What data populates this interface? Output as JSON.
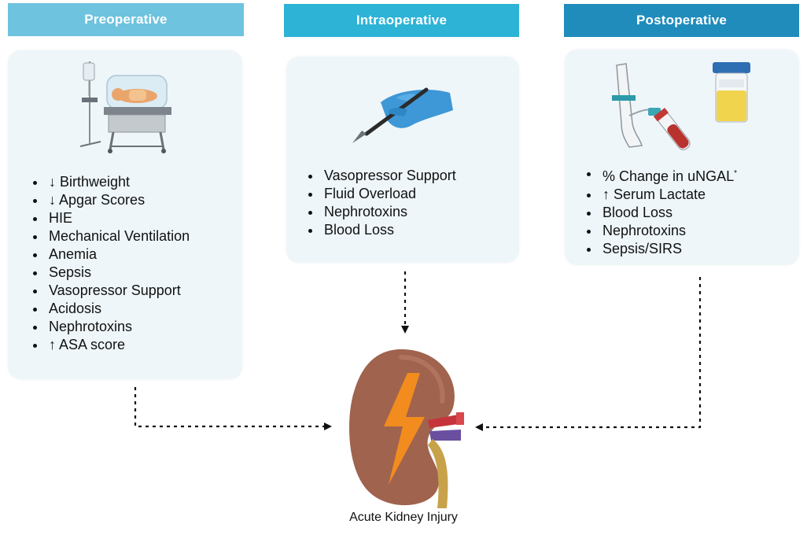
{
  "headers": {
    "preoperative": "Preoperative",
    "intraoperative": "Intraoperative",
    "postoperative": "Postoperative"
  },
  "preoperative_factors": [
    "↓ Birthweight",
    "↓ Apgar Scores",
    "HIE",
    "Mechanical Ventilation",
    "Anemia",
    "Sepsis",
    "Vasopressor Support",
    "Acidosis",
    "Nephrotoxins",
    "↑ ASA score"
  ],
  "intraoperative_factors": [
    "Vasopressor Support",
    "Fluid Overload",
    "Nephrotoxins",
    "Blood Loss"
  ],
  "postoperative_factors": [
    "% Change in uNGAL",
    "↑ Serum Lactate",
    "Blood Loss",
    "Nephrotoxins",
    "Sepsis/SIRS"
  ],
  "postoperative_first_superscript": "*",
  "outcome_label": "Acute Kidney Injury",
  "icons": {
    "preoperative": "incubator-icon",
    "intraoperative": "scalpel-hand-icon",
    "postoperative": "blood-draw-and-urine-cup-icon",
    "outcome": "kidney-injury-icon"
  },
  "colors": {
    "preoperative_header": "#6ec3df",
    "intraoperative_header": "#2cb3d6",
    "postoperative_header": "#1f8cbc",
    "panel_background": "#eef6fa",
    "kidney": "#a0634e",
    "lightning": "#f28c1e"
  }
}
